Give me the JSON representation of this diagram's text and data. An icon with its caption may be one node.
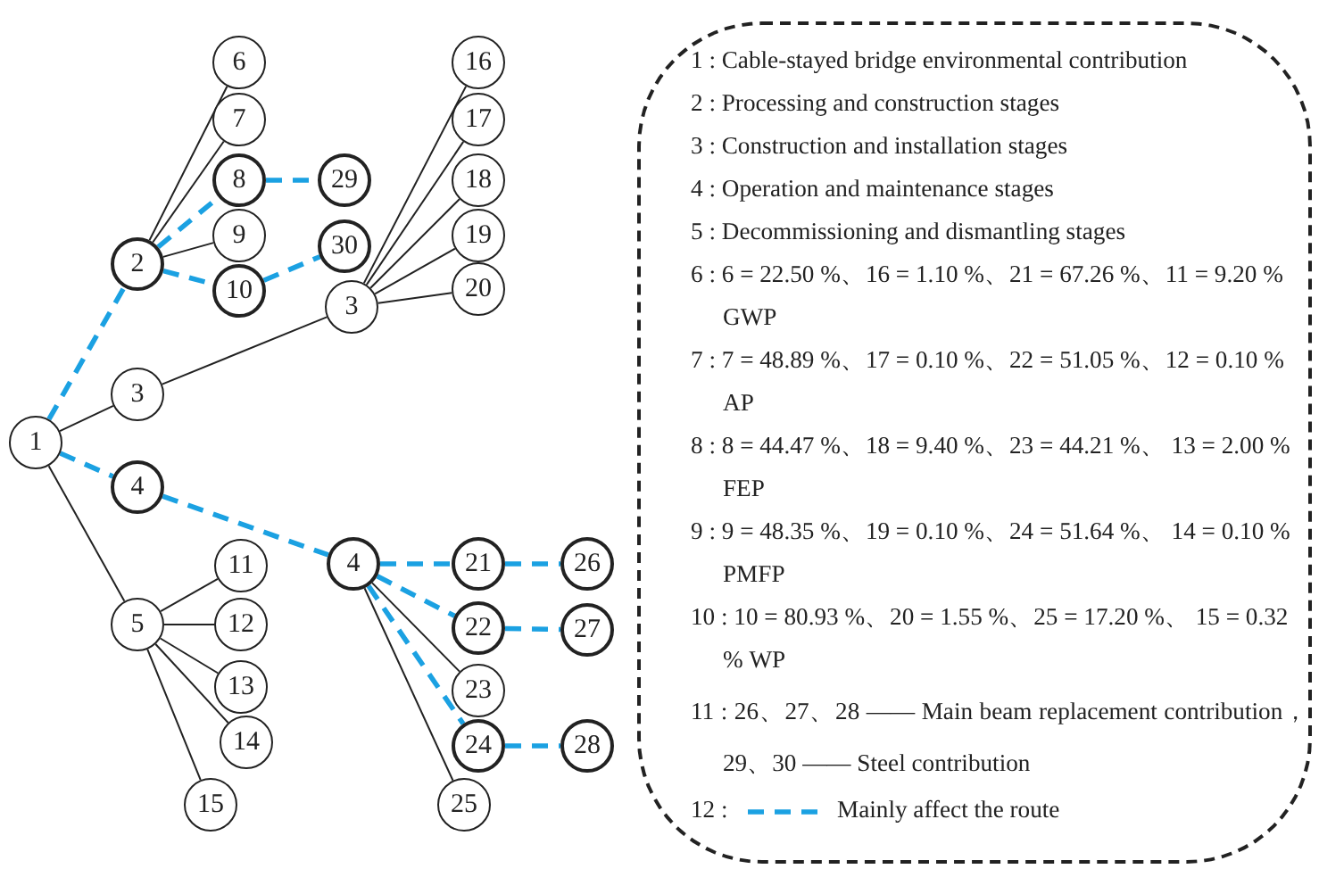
{
  "diagram": {
    "nodes": [
      {
        "text": [
          "1"
        ]
      },
      {
        "text": [
          "2"
        ]
      },
      {
        "text": [
          "3"
        ]
      },
      {
        "text": [
          "4"
        ]
      },
      {
        "text": [
          "5"
        ]
      },
      {
        "text": [
          "6"
        ]
      },
      {
        "text": [
          "7"
        ]
      },
      {
        "text": [
          "8"
        ]
      },
      {
        "text": [
          "9"
        ]
      },
      {
        "text": [
          "10"
        ]
      },
      {
        "text": [
          "29"
        ]
      },
      {
        "text": [
          "30"
        ]
      },
      {
        "text": [
          "3"
        ]
      },
      {
        "text": [
          "16"
        ]
      },
      {
        "text": [
          "17"
        ]
      },
      {
        "text": [
          "18"
        ]
      },
      {
        "text": [
          "19"
        ]
      },
      {
        "text": [
          "20"
        ]
      },
      {
        "text": [
          "4"
        ]
      },
      {
        "text": [
          "11"
        ]
      },
      {
        "text": [
          "12"
        ]
      },
      {
        "text": [
          "13"
        ]
      },
      {
        "text": [
          "14"
        ]
      },
      {
        "text": [
          "15"
        ]
      },
      {
        "text": [
          "21"
        ]
      },
      {
        "text": [
          "22"
        ]
      },
      {
        "text": [
          "23"
        ]
      },
      {
        "text": [
          "24"
        ]
      },
      {
        "text": [
          "25"
        ]
      },
      {
        "text": [
          "26"
        ]
      },
      {
        "text": [
          "27"
        ]
      },
      {
        "text": [
          "28"
        ]
      },
      {
        "text": [
          "1 : Cable-stayed bridge environmental contribution",
          "2 : Processing and construction stages",
          "3 : Construction and installation stages",
          "4 : Operation and maintenance stages",
          "5 : Decommissioning and dismantling stages",
          "6 : 6 = 22.50 %、16 = 1.10 %、21 = 67.26 %、11 = 9.20 % GWP",
          "7 : 7 = 48.89 %、17 = 0.10 %、22 = 51.05 %、12 = 0.10 % AP",
          "8 : 8 = 44.47 %、18 = 9.40 %、23 = 44.21 %、 13 = 2.00 % FEP",
          "9 : 9 = 48.35 %、19 = 0.10 %、24 = 51.64 %、 14 = 0.10 % PMFP",
          "10 : 10 = 80.93 %、20 = 1.55 %、25 = 17.20 %、 15 = 0.32 % WP",
          "11 : 26、27、28 —— Main beam replacement contribution，29、30 —— Steel contribution",
          "12 :"
        ]
      }
    ],
    "edges": [
      {
        "from": 0,
        "to": 1,
        "arrow": "none",
        "style": "dashed",
        "color": "#1ba1e2"
      },
      {
        "from": 0,
        "to": 2,
        "arrow": "none"
      },
      {
        "from": 0,
        "to": 3,
        "arrow": "none",
        "style": "dashed",
        "color": "#1ba1e2"
      },
      {
        "from": 0,
        "to": 4,
        "arrow": "none"
      },
      {
        "from": 1,
        "to": 5,
        "arrow": "none"
      },
      {
        "from": 1,
        "to": 6,
        "arrow": "none"
      },
      {
        "from": 1,
        "to": 7,
        "arrow": "none",
        "style": "dashed",
        "color": "#1ba1e2"
      },
      {
        "from": 1,
        "to": 8,
        "arrow": "none"
      },
      {
        "from": 1,
        "to": 9,
        "arrow": "none",
        "style": "dashed",
        "color": "#1ba1e2"
      },
      {
        "from": 7,
        "to": 10,
        "arrow": "none",
        "style": "dashed",
        "color": "#1ba1e2"
      },
      {
        "from": 9,
        "to": 11,
        "arrow": "none",
        "style": "dashed",
        "color": "#1ba1e2"
      },
      {
        "from": 2,
        "to": 12,
        "arrow": "none"
      },
      {
        "from": 12,
        "to": 13,
        "arrow": "none"
      },
      {
        "from": 12,
        "to": 14,
        "arrow": "none"
      },
      {
        "from": 12,
        "to": 15,
        "arrow": "none"
      },
      {
        "from": 12,
        "to": 16,
        "arrow": "none"
      },
      {
        "from": 12,
        "to": 17,
        "arrow": "none"
      },
      {
        "from": 3,
        "to": 18,
        "arrow": "none",
        "style": "dashed",
        "color": "#1ba1e2"
      },
      {
        "from": 4,
        "to": 19,
        "arrow": "none"
      },
      {
        "from": 4,
        "to": 20,
        "arrow": "none"
      },
      {
        "from": 4,
        "to": 21,
        "arrow": "none"
      },
      {
        "from": 4,
        "to": 22,
        "arrow": "none"
      },
      {
        "from": 4,
        "to": 23,
        "arrow": "none"
      },
      {
        "from": 18,
        "to": 24,
        "arrow": "none",
        "style": "dashed",
        "color": "#1ba1e2"
      },
      {
        "from": 18,
        "to": 25,
        "arrow": "none",
        "style": "dashed",
        "color": "#1ba1e2"
      },
      {
        "from": 18,
        "to": 26,
        "arrow": "none"
      },
      {
        "from": 18,
        "to": 27,
        "arrow": "none",
        "style": "dashed",
        "color": "#1ba1e2"
      },
      {
        "from": 18,
        "to": 28,
        "arrow": "none"
      },
      {
        "from": 24,
        "to": 29,
        "arrow": "none",
        "style": "dashed",
        "color": "#1ba1e2"
      },
      {
        "from": 25,
        "to": 30,
        "arrow": "none",
        "style": "dashed",
        "color": "#1ba1e2"
      },
      {
        "from": 27,
        "to": 31,
        "arrow": "none",
        "style": "dashed",
        "color": "#1ba1e2"
      }
    ],
    "legend": [
      {
        "text": "Mainly affect the route"
      }
    ]
  }
}
